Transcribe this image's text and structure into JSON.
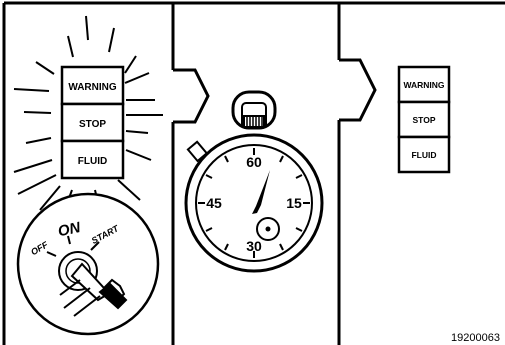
{
  "panel_left": {
    "lights": [
      "WARNING",
      "STOP",
      "FLUID"
    ],
    "switch": {
      "off": "OFF",
      "on": "ON",
      "start": "START"
    }
  },
  "panel_middle": {
    "dial": {
      "top": "60",
      "right": "15",
      "bottom": "30",
      "left": "45"
    }
  },
  "panel_right": {
    "lights": [
      "WARNING",
      "STOP",
      "FLUID"
    ]
  },
  "figure_id": "19200063"
}
